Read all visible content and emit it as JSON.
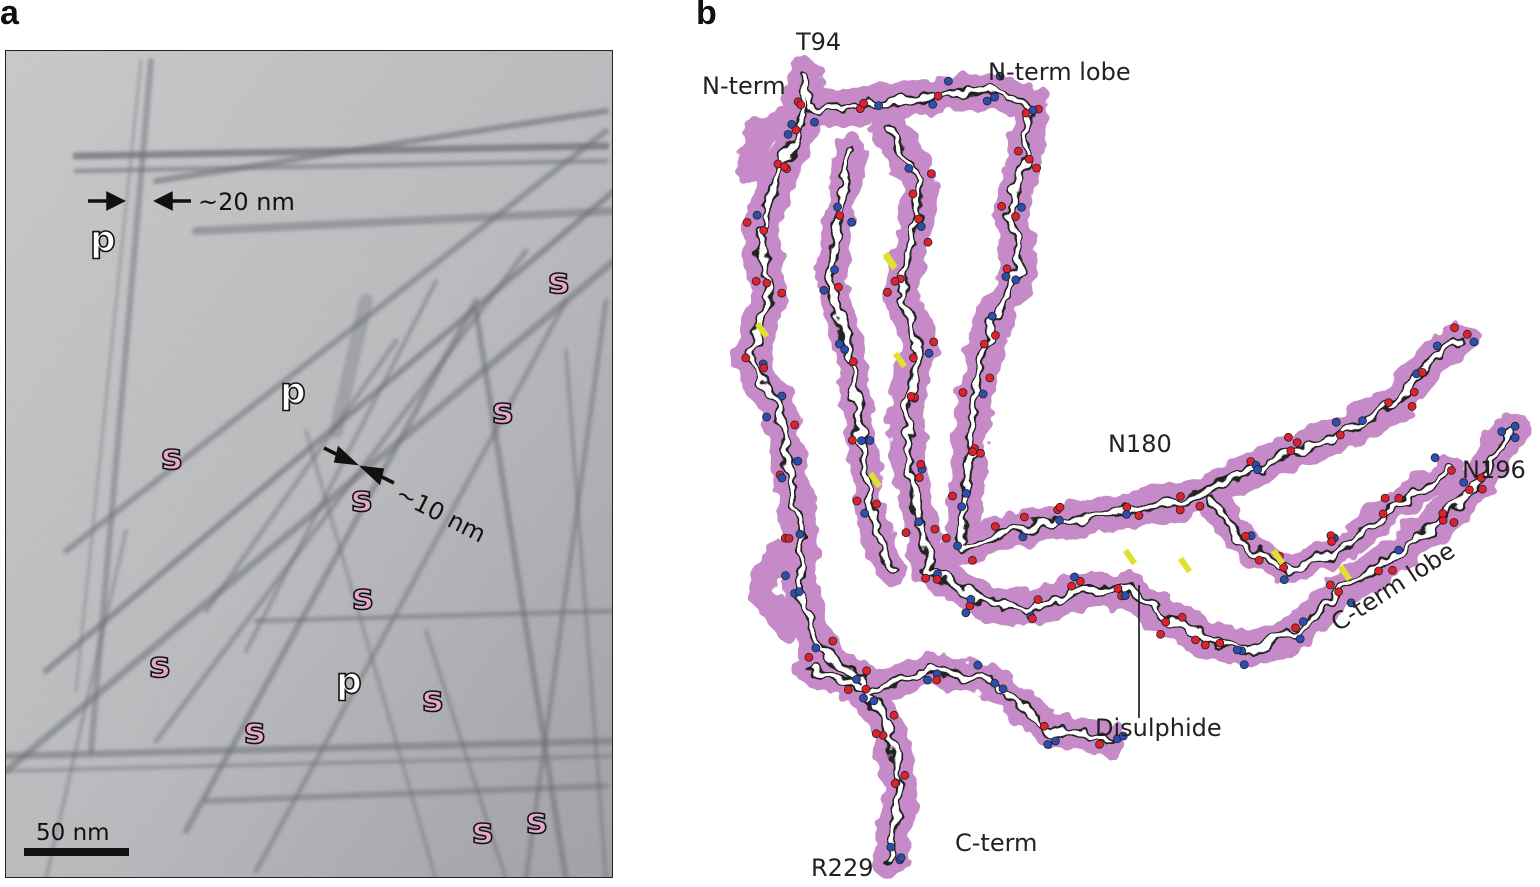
{
  "panel_a": {
    "letter": "a",
    "measure_20": "~20 nm",
    "measure_10": "~10 nm",
    "scale_bar": "50 nm",
    "label_p": "p",
    "label_s": "s",
    "filament_label_color": "#e8a6cf"
  },
  "panel_b": {
    "letter": "b",
    "labels": {
      "t94": "T94",
      "nterm": "N-term",
      "nterm_lobe": "N-term lobe",
      "n180": "N180",
      "n196": "N196",
      "cterm_lobe": "C-term lobe",
      "disulphide": "Disulphide",
      "cterm": "C-term",
      "r229": "R229"
    },
    "colors": {
      "density": "#c58ac7",
      "carbon": "#ffffff",
      "nitrogen": "#2a4fb0",
      "oxygen": "#e0202a",
      "sulfur": "#e0e030"
    }
  }
}
